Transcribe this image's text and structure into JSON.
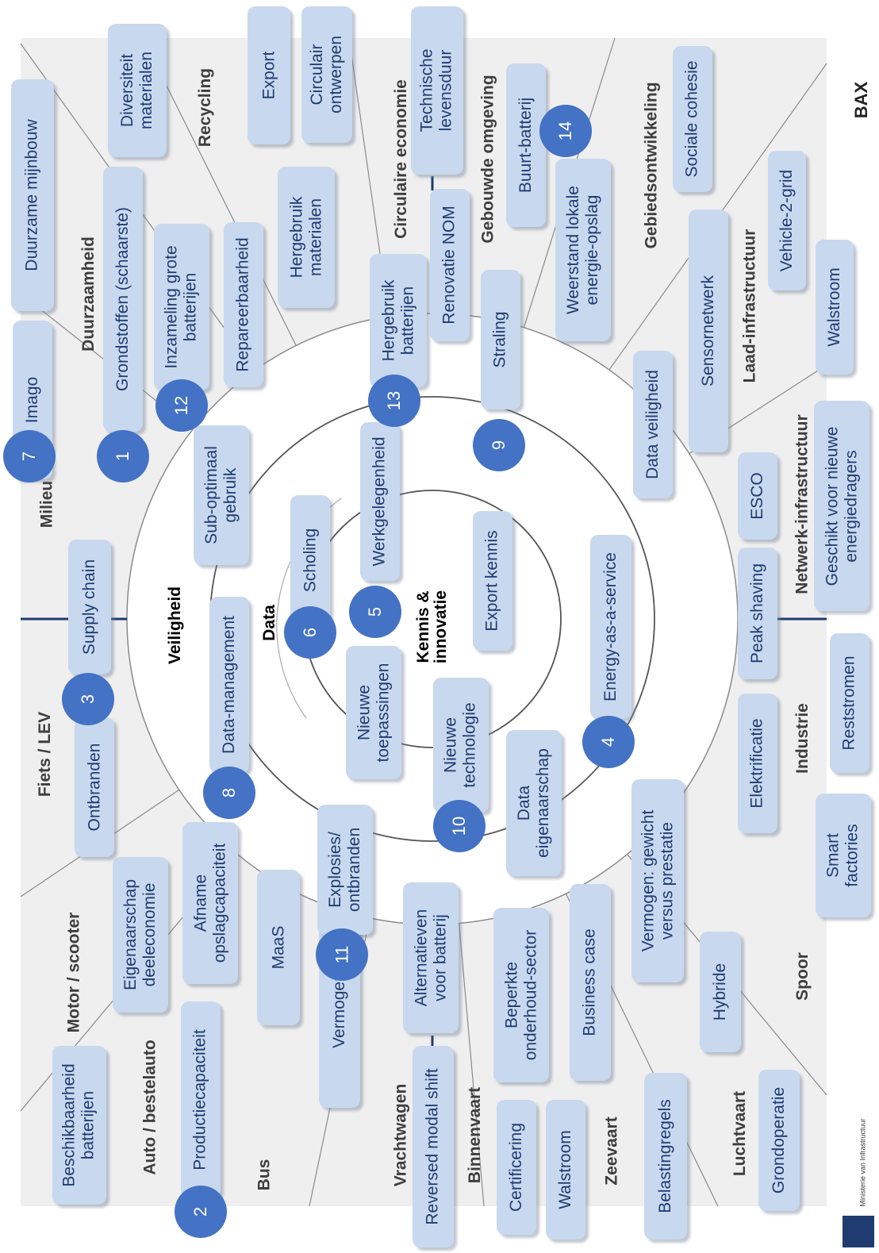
{
  "rings": {
    "veiligheid": "Veiligheid",
    "data": "Data",
    "kennis": "Kennis &\ninnovatie"
  },
  "sectors": {
    "milieu": "Milieu",
    "duurzaamheid": "Duurzaamheid",
    "recycling": "Recycling",
    "circulaire_economie": "Circulaire economie",
    "gebouwde_omgeving": "Gebouwde omgeving",
    "gebiedsontwikkeling": "Gebiedsontwikkeling",
    "laad_infrastructuur": "Laad-infrastructuur",
    "netwerk_infrastructuur": "Netwerk-infrastructuur",
    "industrie": "Industrie",
    "spoor": "Spoor",
    "luchtvaart": "Luchtvaart",
    "zeevaart": "Zeevaart",
    "binnenvaart": "Binnenvaart",
    "vrachtwagen": "Vrachtwagen",
    "bus": "Bus",
    "auto_bestelauto": "Auto / bestelauto",
    "motor_scooter": "Motor / scooter",
    "fiets_lev": "Fiets / LEV"
  },
  "topics": {
    "duurzame_mijnbouw": "Duurzame mijnbouw",
    "diversiteit_materialen": "Diversiteit\nmaterialen",
    "export": "Export",
    "circulair_ontwerpen": "Circulair\nontwerpen",
    "technische_levensduur": "Technische\nlevensduur",
    "sociale_cohesie": "Sociale cohesie",
    "imago": "Imago",
    "grondstoffen": "Grondstoffen (schaarste)",
    "inzameling": "Inzameling grote\nbatterijen",
    "repareerbaarheid": "Repareerbaarheid",
    "hergebruik_materialen": "Hergebruik\nmaterialen",
    "hergebruik_batterijen": "Hergebruik\nbatterijen",
    "renovatie_nom": "Renovatie NOM",
    "buurt_batterij": "Buurt-batterij",
    "weerstand": "Weerstand lokale\nenergie-opslag",
    "vehicle_2_grid": "Vehicle-2-grid",
    "walstroom_right": "Walstroom",
    "straling": "Straling",
    "data_veiligheid": "Data veiligheid",
    "sensornetwerk": "Sensornetwerk",
    "esco": "ESCO",
    "geschikt": "Geschikt voor nieuwe\nenergiedragers",
    "peak_shaving": "Peak shaving",
    "reststromen": "Reststromen",
    "elektrificatie": "Elektrificatie",
    "smart_factories": "Smart\nfactories",
    "vermogen_gewicht": "Vermogen: gewicht\nversus prestatie",
    "hybride": "Hybride",
    "grondoperatie": "Grondoperatie",
    "business_case": "Business case",
    "belastingregels": "Belastingregels",
    "beperkte_onderhoud": "Beperkte\nonderhoud-sector",
    "walstroom_bottom": "Walstroom",
    "certificering": "Certificering",
    "alternatieven": "Alternatieven\nvoor batterij",
    "reversed_modal_shift": "Reversed modal shift",
    "vermogen": "Vermogen",
    "explosies": "Explosies/\nontbranden",
    "maas": "MaaS",
    "afname": "Afname\nopslagcapaciteit",
    "eigenaarschap": "Eigenaarschap\ndeeleconomie",
    "productiecapaciteit": "Productiecapaciteit",
    "beschikbaarheid": "Beschikbaarheid\nbatterijen",
    "ontbranden": "Ontbranden",
    "supply_chain": "Supply chain",
    "sub_optimaal": "Sub-optimaal\ngebruik",
    "data_management": "Data-management",
    "scholing": "Scholing",
    "werkgelegenheid": "Werkgelegenheid",
    "nieuwe_toepassingen": "Nieuwe\ntoepassingen",
    "export_kennis": "Export kennis",
    "energy_as_a_service": "Energy-as-a-service",
    "nieuwe_technologie": "Nieuwe\ntechnologie",
    "data_eigenaarschap": "Data\neigenaarschap"
  },
  "numbers": {
    "n1": "1",
    "n2": "2",
    "n3": "3",
    "n4": "4",
    "n5": "5",
    "n6": "6",
    "n7": "7",
    "n8": "8",
    "n9": "9",
    "n10": "10",
    "n11": "11",
    "n12": "12",
    "n13": "13",
    "n14": "14"
  },
  "footer": {
    "brand": "BAX",
    "ministry": "Ministerie van Infrastructuur"
  },
  "colors": {
    "background_panel": "#efefef",
    "box_fill": "#c8d8ee",
    "box_text": "#1f3b70",
    "number_badge": "#4472c4",
    "divider": "#1f3b70"
  }
}
